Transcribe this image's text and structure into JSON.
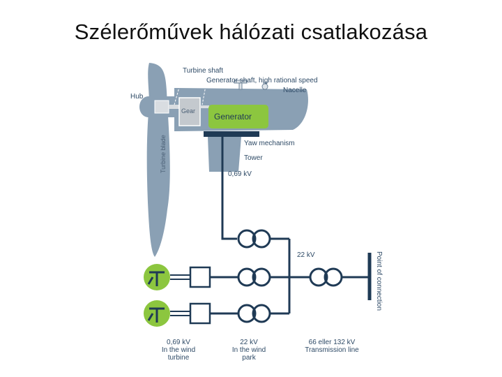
{
  "title": "Szélerőművek hálózati csatlakozása",
  "labels": {
    "turbine_shaft": "Turbine shaft",
    "generator_shaft": "Generator shaft, high rational speed",
    "nacelle": "Nacelle",
    "hub": "Hub",
    "gear": "Gear",
    "generator": "Generator",
    "turbine_blade": "Turbine blade",
    "yaw_mechanism": "Yaw mechanism",
    "tower": "Tower",
    "voltage_tower": "0,69 kV",
    "voltage_bus": "22 kV",
    "point_of_connection": "Point of connection"
  },
  "bottom_captions": {
    "turbine": [
      "0,69 kV",
      "In the wind",
      "turbine"
    ],
    "park": [
      "22 kV",
      "In the wind",
      "park"
    ],
    "transmission": [
      "66 eller 132 kV",
      "Transmission line"
    ]
  },
  "colors": {
    "structure": "#8aa0b4",
    "dark_line": "#1f3a55",
    "generator_green": "#8cc63f",
    "gear_gray": "#c4c9ce"
  }
}
